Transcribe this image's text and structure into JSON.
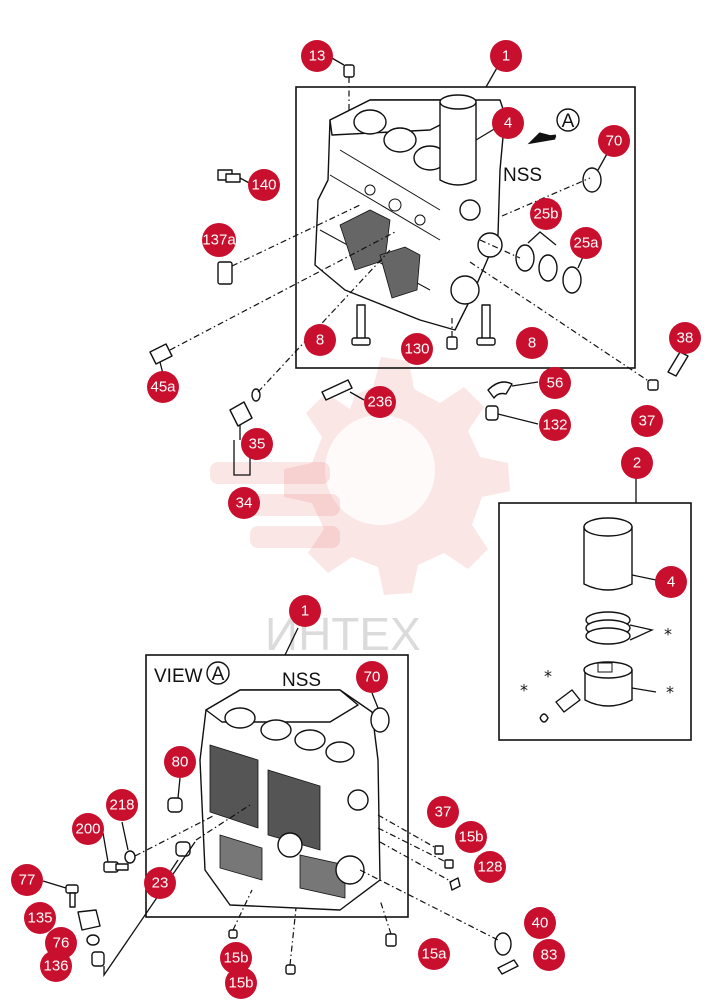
{
  "diagram": {
    "callouts": {
      "c1_top": "1",
      "c13": "13",
      "c4_top": "4",
      "c70_top": "70",
      "c140": "140",
      "c137a": "137a",
      "c25b": "25b",
      "c25a": "25a",
      "c8_left": "8",
      "c130": "130",
      "c8_right": "8",
      "c38": "38",
      "c45a": "45a",
      "c56": "56",
      "c236": "236",
      "c37_top": "37",
      "c132": "132",
      "c35": "35",
      "c34": "34",
      "c2": "2",
      "c4_box": "4",
      "c1_bottom": "1",
      "c70_bottom": "70",
      "c80": "80",
      "c218": "218",
      "c200": "200",
      "c23": "23",
      "c37_bottom": "37",
      "c15b_right": "15b",
      "c128": "128",
      "c77": "77",
      "c135": "135",
      "c40": "40",
      "c76": "76",
      "c136": "136",
      "c15b_a": "15b",
      "c15a": "15a",
      "c83": "83",
      "c15b_b": "15b"
    },
    "labels": {
      "nss_top": "NSS",
      "view_marker_top": "A",
      "view_label": "VIEW",
      "view_marker_bottom": "A",
      "nss_bottom": "NSS",
      "star_mark": "*"
    },
    "watermark": {
      "text": "ИНТЕХ"
    }
  }
}
